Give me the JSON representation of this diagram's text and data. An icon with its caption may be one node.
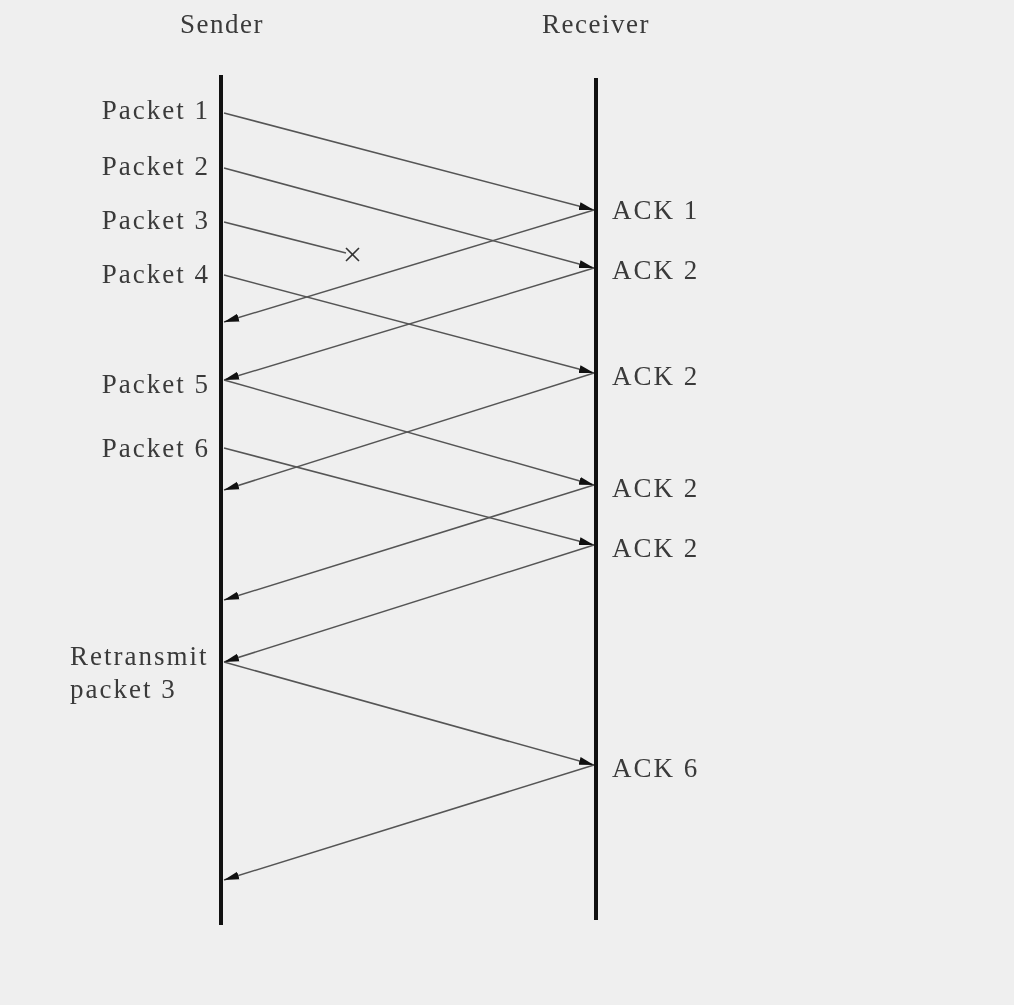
{
  "diagram": {
    "nodes": [
      {
        "text": [],
        "shape": "bar"
      },
      {
        "text": [],
        "shape": "bar"
      },
      {
        "text": [
          "Packet 1"
        ]
      },
      {
        "text": [
          "Packet 2"
        ]
      },
      {
        "text": [
          "Packet 3"
        ]
      },
      {
        "text": [
          "Packet 4"
        ]
      },
      {
        "text": [
          "Packet 5"
        ]
      },
      {
        "text": [
          "Packet 6"
        ]
      },
      {
        "text": [
          "Retransmit packet 3"
        ]
      },
      {
        "text": [
          "ACK 1"
        ]
      },
      {
        "text": [
          "ACK 2"
        ]
      },
      {
        "text": [
          "ACK 2"
        ]
      },
      {
        "text": [
          "ACK 2"
        ]
      },
      {
        "text": [
          "ACK 2"
        ]
      },
      {
        "text": [
          "ACK 6"
        ]
      },
      {
        "text": [],
        "shape": "cross"
      }
    ],
    "edges": [
      {
        "from": 2,
        "to": 9,
        "arrow": "to"
      },
      {
        "from": 3,
        "to": 10,
        "arrow": "to"
      },
      {
        "from": 4,
        "to": 15,
        "arrow": "none"
      },
      {
        "from": 9,
        "to": 0,
        "arrow": "to"
      },
      {
        "from": 5,
        "to": 11,
        "arrow": "to"
      },
      {
        "from": 10,
        "to": 6,
        "arrow": "to"
      },
      {
        "from": 11,
        "to": 0,
        "arrow": "to"
      },
      {
        "from": 6,
        "to": 12,
        "arrow": "to"
      },
      {
        "from": 7,
        "to": 13,
        "arrow": "to"
      },
      {
        "from": 12,
        "to": 0,
        "arrow": "to"
      },
      {
        "from": 13,
        "to": 8,
        "arrow": "to"
      },
      {
        "from": 8,
        "to": 14,
        "arrow": "to"
      },
      {
        "from": 14,
        "to": 0,
        "arrow": "to"
      }
    ],
    "labels": [
      "Sender",
      "Receiver"
    ]
  }
}
